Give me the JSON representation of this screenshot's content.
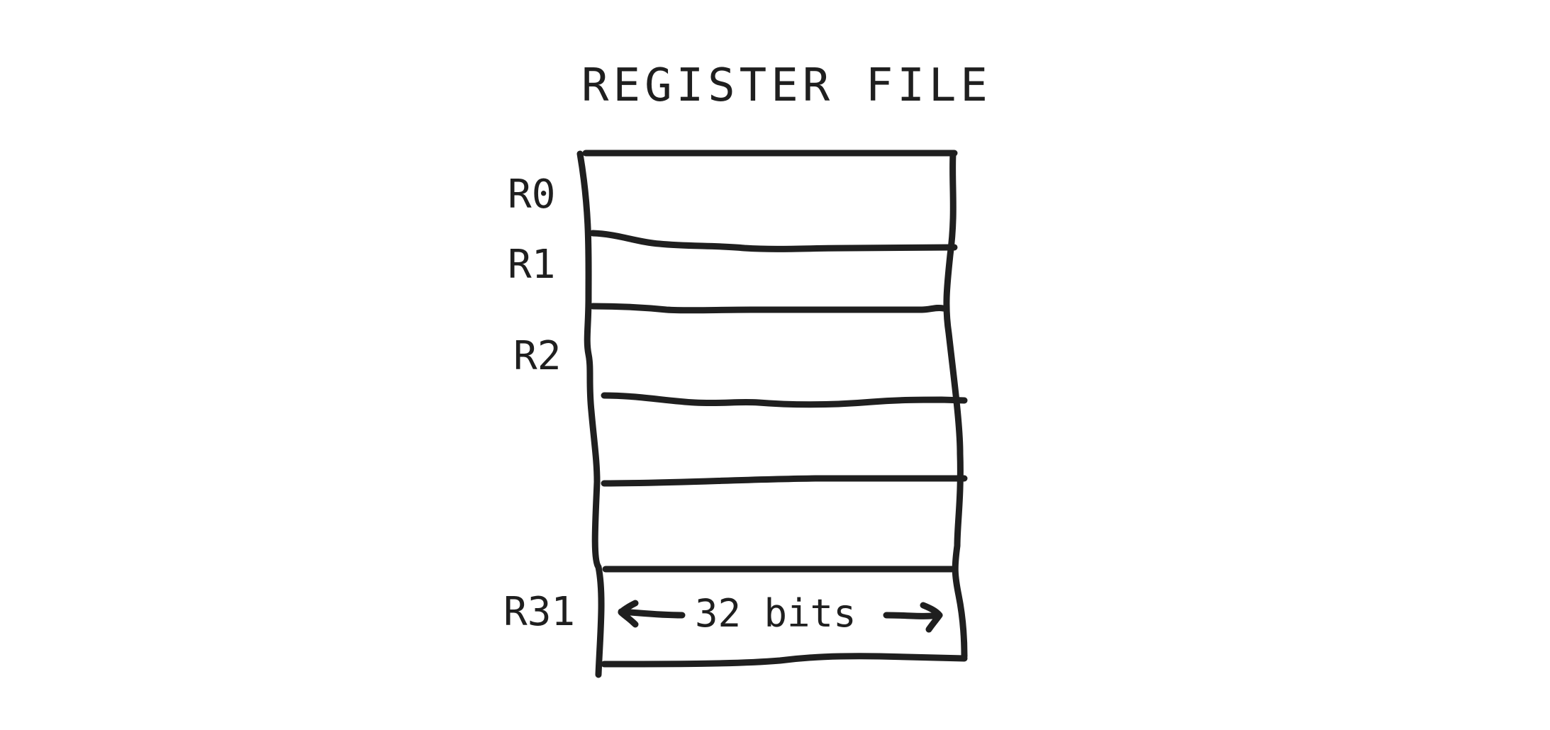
{
  "title": "REGISTER FILE",
  "registers": [
    {
      "label": "R0"
    },
    {
      "label": "R1"
    },
    {
      "label": "R2"
    },
    {
      "label": "R31"
    }
  ],
  "width_annotation": {
    "label": "32 bits"
  },
  "colors": {
    "ink": "#1f1f1f",
    "background": "#ffffff"
  }
}
